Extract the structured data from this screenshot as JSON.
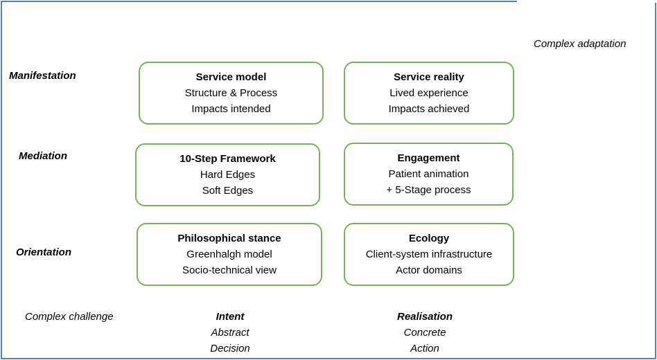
{
  "corner_top_right": "Complex adaptation",
  "corner_bottom_left": "Complex challenge",
  "rows": {
    "manifestation": "Manifestation",
    "mediation": "Mediation",
    "orientation": "Orientation"
  },
  "boxes": {
    "service_model": {
      "title": "Service model",
      "line1": "Structure & Process",
      "line2": "Impacts intended"
    },
    "service_reality": {
      "title": "Service reality",
      "line1": "Lived experience",
      "line2": "Impacts achieved"
    },
    "framework": {
      "title": "10-Step Framework",
      "line1": "Hard Edges",
      "line2": "Soft Edges"
    },
    "engagement": {
      "title": "Engagement",
      "line1": "Patient animation",
      "line2": "+ 5-Stage process"
    },
    "philosophical": {
      "title": "Philosophical stance",
      "line1": "Greenhalgh model",
      "line2": "Socio-technical view"
    },
    "ecology": {
      "title": "Ecology",
      "line1": "Client-system infrastructure",
      "line2": "Actor domains"
    }
  },
  "columns": {
    "intent": {
      "head": "Intent",
      "line1": "Abstract",
      "line2": "Decision"
    },
    "realisation": {
      "head": "Realisation",
      "line1": "Concrete",
      "line2": "Action"
    }
  },
  "colors": {
    "frame": "#4f81bd",
    "box_border": "#77b255"
  }
}
